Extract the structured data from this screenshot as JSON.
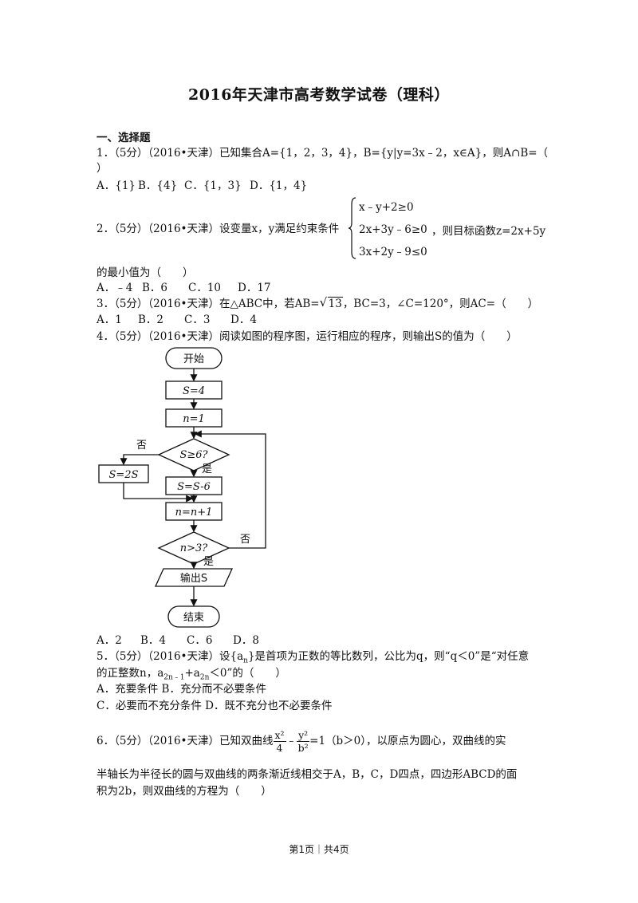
{
  "title": "2016年天津市高考数学试卷（理科）",
  "section": "一、选择题",
  "q1": {
    "line1": "1．（5分）（2016•天津）已知集合A={1，2，3，4}，B={y|y=3x﹣2，x∈A}，则A∩B=（",
    "line2": "）",
    "options": [
      "A．{1}",
      "B．{4}",
      "C．{1，3}",
      "D．{1，4}"
    ]
  },
  "q2": {
    "lead": "2．（5分）（2016•天津）设变量x，y满足约束条件",
    "conditions": [
      "x﹣y+2≥0",
      "2x+3y﹣6≥0",
      "3x+2y﹣9≤0"
    ],
    "tail": "，则目标函数z=2x+5y",
    "line2": "的最小值为（　　）",
    "options": [
      "A．﹣4",
      "B．6",
      "C．10",
      "D．17"
    ]
  },
  "q3": {
    "pre": "3．（5分）（2016•天津）在△ABC中，若AB=",
    "radicand": "13",
    "post": "，BC=3，∠C=120°，则AC=（　　）",
    "options": [
      "A．1",
      "B．2",
      "C．3",
      "D．4"
    ]
  },
  "q4": {
    "line1": "4．（5分）（2016•天津）阅读如图的程序图，运行相应的程序，则输出S的值为（　　）",
    "flow": {
      "start": "开始",
      "s_init": "S=4",
      "n_init": "n=1",
      "cond1": "S≥6?",
      "yes1": "是",
      "no1": "否",
      "double": "S=2S",
      "minus": "S=S-6",
      "incr": "n=n+1",
      "cond2": "n>3?",
      "yes2": "是",
      "no2": "否",
      "output": "输出S",
      "end": "结束"
    },
    "options": [
      "A．2",
      "B．4",
      "C．6",
      "D．8"
    ]
  },
  "q5": {
    "line1a": "5．（5分）（2016•天津）设{a",
    "line1sub": "n",
    "line1b": "}是首项为正数的等比数列，公比为q，则“q＜0”是“对任意",
    "line2a": "的正整数n，a",
    "line2sub1": "2n﹣1",
    "line2b": "+a",
    "line2sub2": "2n",
    "line2c": "＜0”的（　　）",
    "optA": "A．充要条件",
    "optB": "B．充分而不必要条件",
    "optC": "C．必要而不充分条件",
    "optD": "D．既不充分也不必要条件"
  },
  "q6": {
    "lead": "6．（5分）（2016•天津）已知双曲线",
    "frac1_num": "x²",
    "frac1_den": "4",
    "minus": "﹣",
    "frac2_num": "y²",
    "frac2_den": "b²",
    "tail": "=1（b＞0），以原点为圆心，双曲线的实",
    "line2": "半轴长为半径长的圆与双曲线的两条渐近线相交于A，B，C，D四点，四边形ABCD的面",
    "line3": "积为2b，则双曲线的方程为（　　）"
  },
  "footer": "第1页｜共4页"
}
